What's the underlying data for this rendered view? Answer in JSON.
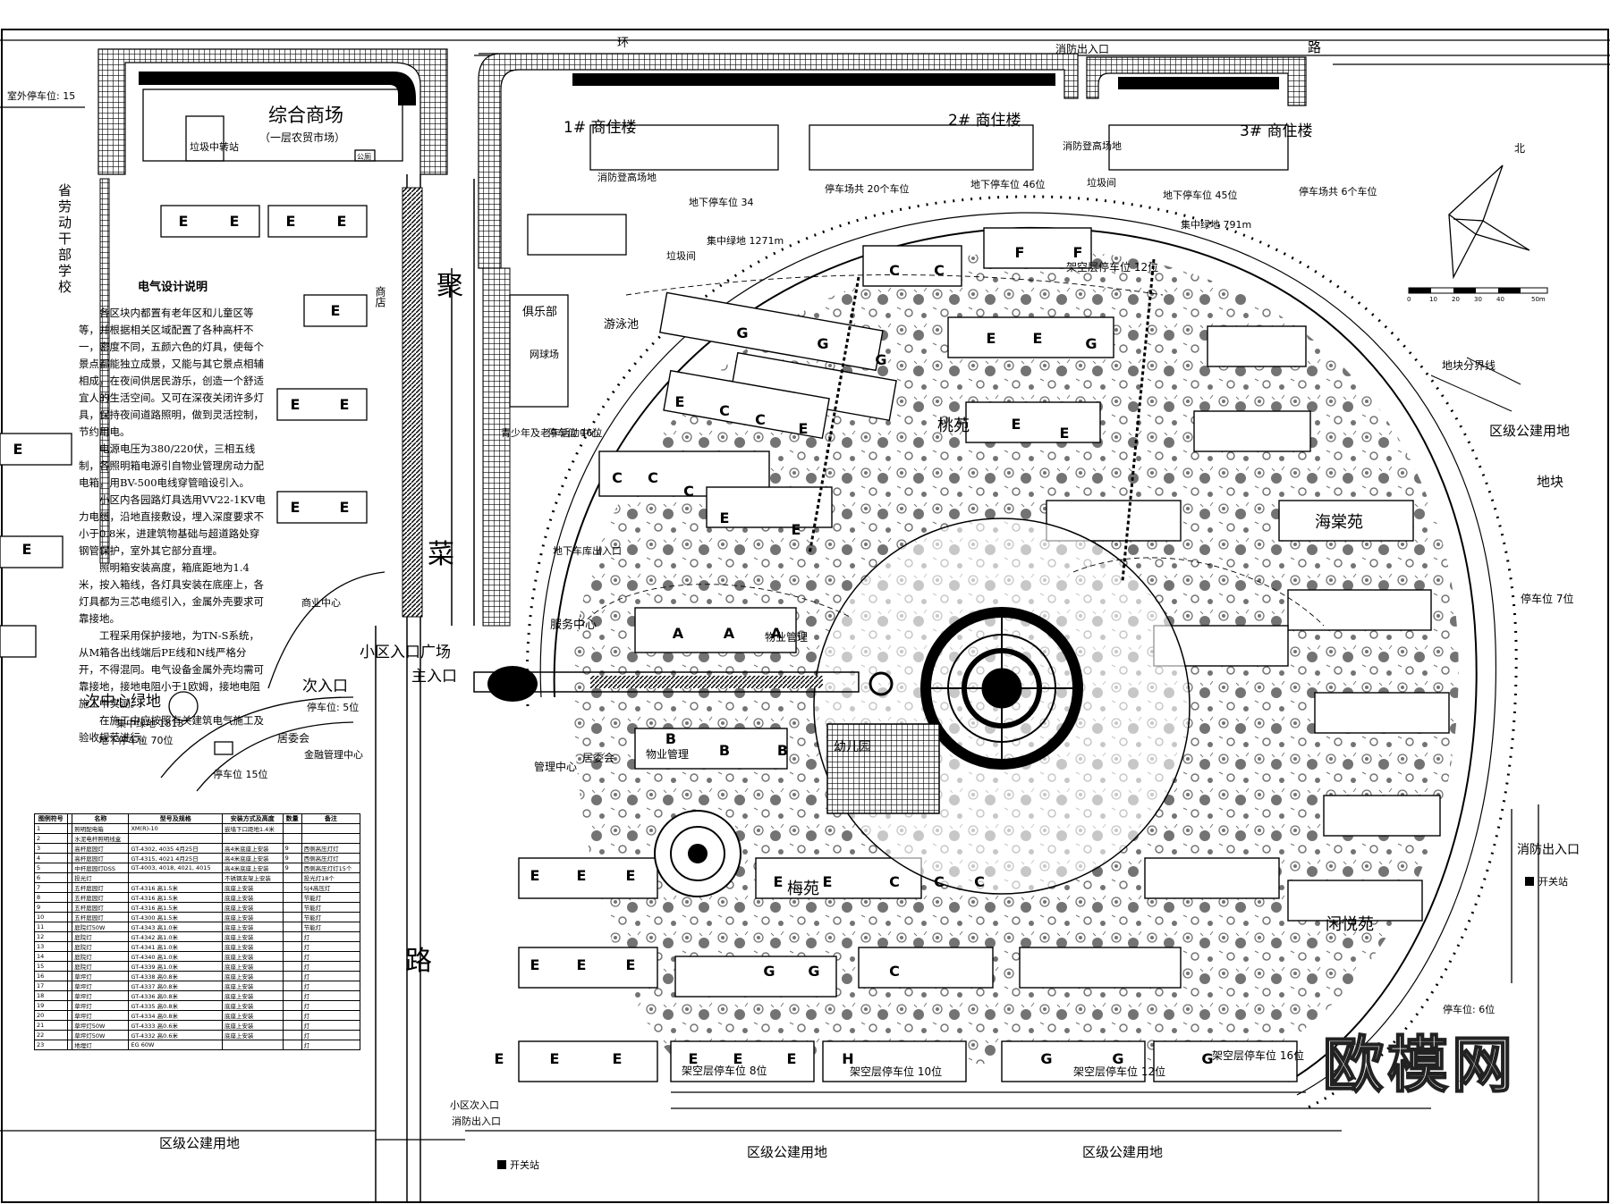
{
  "labels": {
    "huan": "环",
    "lu_top": "路",
    "fire_exit_top": "消防出入口",
    "outdoor_parking": "室外停车位: 15",
    "mall": "综合商场",
    "mall_sub": "（一层农贸市场）",
    "garbage_station": "垃圾中转站",
    "toilet": "公厕",
    "school": "省劳动干部学校",
    "jin_char": "聚",
    "cai_char": "菜",
    "lu_char": "路",
    "bldg1": "1# 商住楼",
    "bldg2": "2# 商住楼",
    "bldg3": "3# 商住楼",
    "fire_plaza": "消防登高场地",
    "fire_plaza2": "消防登高场地",
    "ug_parking_34": "地下停车位 34",
    "ug_parking_46": "地下停车位 46位",
    "ug_parking_45": "地下停车位 45位",
    "green_1271": "集中绿地 1271m",
    "green_791": "集中绿地 791m",
    "parking_20": "停车场共 20个车位",
    "parking_6": "停车场共 6个车位",
    "garbage_room": "垃圾间",
    "garbage_room2": "垃圾间",
    "club": "俱乐部",
    "pool": "游泳池",
    "court": "网球场",
    "youth_center": "青少年及老年活动中心",
    "parking_16": "停车位 16位",
    "ug_entrance": "地下车库出入口",
    "service_center": "服务中心",
    "property_mgmt": "物业管理",
    "property_mgmt2": "物业管理",
    "kindergarten": "幼儿园",
    "mgmt_center": "管理中心",
    "resident_committee": "居委会",
    "resident_committee2": "居委会",
    "plaza": "小区入口广场",
    "main_entrance": "主入口",
    "secondary_entrance": "次入口",
    "sec_green": "次中心绿地",
    "green_1813": "集中绿地 1813",
    "ug_parking_70": "地下停车位 70位",
    "parking_5": "停车位: 5位",
    "parking_15b": "停车位 15位",
    "finance_center": "金融管理中心",
    "biz_center": "商业中心",
    "shop_store": "商店",
    "meiyuan": "梅苑",
    "taoyuan": "桃苑",
    "haitangyuan": "海棠苑",
    "xianyuan": "闲悦苑",
    "public_land_1": "区级公建用地",
    "public_land_2": "区级公建用地",
    "public_land_3": "区级公建用地",
    "public_land_right": "区级公建用地",
    "plot": "地块",
    "plot_boundary": "地块分界线",
    "parking_7": "停车位 7位",
    "fire_exit_right": "消防出入口",
    "switch_station": "开关站",
    "switch_station2": "开关站",
    "parking_6b": "停车位: 6位",
    "elevated_parking_8": "架空层停车位 8位",
    "elevated_parking_10": "架空层停车位 10位",
    "elevated_parking_12": "架空层停车位 12位",
    "elevated_parking_16": "架空层停车位 16位",
    "elevated_parking_12b": "架空层停车位 12位",
    "elevated_parking_top": "架空层停车位 12位",
    "sec_entrance_bottom": "小区次入口",
    "fire_exit_bottom": "消防出入口",
    "north": "北",
    "scale_ticks": [
      "0",
      "10",
      "20",
      "30",
      "40",
      "50m"
    ]
  },
  "notes": {
    "title": "电气设计说明",
    "paragraphs": [
      "各区块内都置有老年区和儿童区等等，并根据相关区域配置了各种高杆不一，密度不同，五颜六色的灯具，使每个景点都能独立成景，又能与其它景点相辅相成，在夜间供居民游乐，创造一个舒适宜人的生活空间。又可在深夜关闭许多灯具，保持夜间道路照明，做到灵活控制，节约用电。",
      "电源电压为380/220伏，三相五线制，各照明箱电源引自物业管理房动力配电箱，用BV-500电线穿管暗设引入。",
      "小区内各园路灯具选用VV22-1KV电力电缆，沿地直接敷设，埋入深度要求不小于0.8米，进建筑物基础与超道路处穿钢管保护，室外其它部分直埋。",
      "照明箱安装高度，箱底距地为1.4米，按入箱线，各灯具安装在底座上，各灯具都为三芯电缆引入，金属外壳要求可靠接地。",
      "工程采用保护接地，为TN-S系统，从M箱各出线端后PE线和N线严格分开，不得混同。电气设备金属外壳均需可靠接地，接地电阻小于1欧姆，接地电阻施工中实测。",
      "在施工中应按照有关建筑电气施工及验收规范进行。"
    ]
  },
  "legend": {
    "headers": [
      "图例符号",
      "名称",
      "型号及规格",
      "安装方式及高度",
      "数量",
      "备注"
    ],
    "rows": [
      [
        "1",
        "",
        "照明配电箱",
        "XM(R)-10",
        "嵌墙下口距地1.4米",
        "",
        ""
      ],
      [
        "2",
        "",
        "水泥电杆照明线盒",
        "",
        "",
        "",
        ""
      ],
      [
        "3",
        "",
        "高杆庭园灯",
        "GT-4302, 4035 4月25日",
        "高4米底座上安装",
        "9",
        "西侧高压灯灯"
      ],
      [
        "4",
        "",
        "高杆庭园灯",
        "GT-4315, 4021 4月25日",
        "高4米底座上安装",
        "9",
        "西侧高压灯灯"
      ],
      [
        "5",
        "",
        "中杆庭园灯DSS",
        "GT-4003, 4018, 4021, 4015",
        "高4米底座上安装",
        "9",
        "西侧高压灯灯15个"
      ],
      [
        "6",
        "",
        "投光灯",
        "",
        "不锈钢支架上安装",
        "",
        "投光灯18个"
      ],
      [
        "7",
        "",
        "五杆庭园灯",
        "GT-4316 高1.5米",
        "底座上安装",
        "",
        "SJ4高压灯"
      ],
      [
        "8",
        "",
        "五杆庭园灯",
        "GT-4316 高1.5米",
        "底座上安装",
        "",
        "节能灯"
      ],
      [
        "9",
        "",
        "五杆庭园灯",
        "GT-4316 高1.5米",
        "底座上安装",
        "",
        "节能灯"
      ],
      [
        "10",
        "",
        "五杆庭园灯",
        "GT-4300 高1.5米",
        "底座上安装",
        "",
        "节能灯"
      ],
      [
        "11",
        "",
        "庭院灯50W",
        "GT-4343 高1.0米",
        "底座上安装",
        "",
        "节能灯"
      ],
      [
        "12",
        "",
        "庭院灯",
        "GT-4342 高1.0米",
        "底座上安装",
        "",
        "灯"
      ],
      [
        "13",
        "",
        "庭院灯",
        "GT-4341 高1.0米",
        "底座上安装",
        "",
        "灯"
      ],
      [
        "14",
        "",
        "庭院灯",
        "GT-4340 高1.0米",
        "底座上安装",
        "",
        "灯"
      ],
      [
        "15",
        "",
        "庭院灯",
        "GT-4339 高1.0米",
        "底座上安装",
        "",
        "灯"
      ],
      [
        "16",
        "",
        "草坪灯",
        "GT-4338 高0.8米",
        "底座上安装",
        "",
        "灯"
      ],
      [
        "17",
        "",
        "草坪灯",
        "GT-4337 高0.8米",
        "底座上安装",
        "",
        "灯"
      ],
      [
        "18",
        "",
        "草坪灯",
        "GT-4336 高0.8米",
        "底座上安装",
        "",
        "灯"
      ],
      [
        "19",
        "",
        "草坪灯",
        "GT-4335 高0.8米",
        "底座上安装",
        "",
        "灯"
      ],
      [
        "20",
        "",
        "草坪灯",
        "GT-4334 高0.8米",
        "底座上安装",
        "",
        "灯"
      ],
      [
        "21",
        "",
        "草坪灯50W",
        "GT-4333 高0.6米",
        "底座上安装",
        "",
        "灯"
      ],
      [
        "22",
        "",
        "草坪灯50W",
        "GT-4332 高0.6米",
        "底座上安装",
        "",
        "灯"
      ],
      [
        "23",
        "",
        "地埋灯",
        "EG 60W",
        "",
        "",
        "灯"
      ]
    ]
  },
  "watermark": "欧模网",
  "colors": {
    "line": "#000000",
    "background": "#ffffff"
  }
}
